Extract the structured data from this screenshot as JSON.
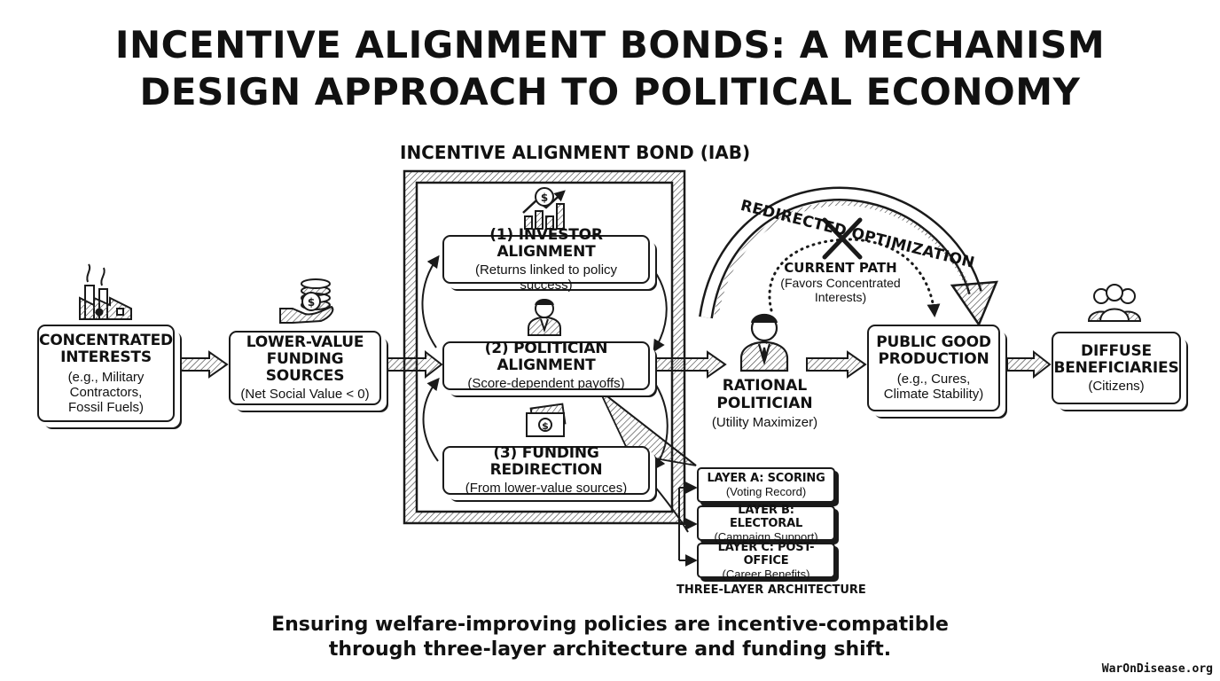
{
  "title": {
    "line1": "INCENTIVE ALIGNMENT BONDS: A MECHANISM",
    "line2": "DESIGN APPROACH TO POLITICAL ECONOMY"
  },
  "iab_label": "INCENTIVE ALIGNMENT BOND (IAB)",
  "nodes": {
    "concentrated": {
      "title_1": "CONCENTRATED",
      "title_2": "INTERESTS",
      "sub_1": "(e.g., Military",
      "sub_2": "Contractors,",
      "sub_3": "Fossil Fuels)"
    },
    "lower_value": {
      "title_1": "LOWER-VALUE",
      "title_2": "FUNDING SOURCES",
      "sub": "(Net Social Value < 0)"
    },
    "investor": {
      "title": "(1) INVESTOR ALIGNMENT",
      "sub": "(Returns linked to policy success)"
    },
    "politician_align": {
      "title": "(2) POLITICIAN ALIGNMENT",
      "sub": "(Score-dependent payoffs)"
    },
    "funding_redirect": {
      "title": "(3) FUNDING REDIRECTION",
      "sub": "(From lower-value sources)"
    },
    "rational": {
      "title_1": "RATIONAL",
      "title_2": "POLITICIAN",
      "sub": "(Utility Maximizer)"
    },
    "public_good": {
      "title_1": "PUBLIC GOOD",
      "title_2": "PRODUCTION",
      "sub_1": "(e.g., Cures,",
      "sub_2": "Climate Stability)"
    },
    "diffuse": {
      "title_1": "DIFFUSE",
      "title_2": "BENEFICIARIES",
      "sub": "(Citizens)"
    },
    "current_path": {
      "title": "CURRENT PATH",
      "sub_1": "(Favors Concentrated",
      "sub_2": "Interests)"
    }
  },
  "redirected_label": "REDIRECTED OPTIMIZATION",
  "layers": [
    {
      "title": "LAYER A: SCORING",
      "sub": "(Voting Record)"
    },
    {
      "title": "LAYER B: ELECTORAL",
      "sub": "(Campaign Support)"
    },
    {
      "title": "LAYER C: POST-OFFICE",
      "sub": "(Career Benefits)"
    }
  ],
  "three_layer_label": "THREE-LAYER ARCHITECTURE",
  "caption": {
    "line1": "Ensuring welfare-improving policies are incentive-compatible",
    "line2": "through three-layer architecture and funding shift."
  },
  "watermark": "WarOnDisease.org",
  "icons": [
    "factory-icon",
    "money-hand-icon",
    "growth-chart-icon",
    "politician-icon",
    "banknote-icon",
    "rational-politician-icon",
    "people-icon",
    "cross-icon"
  ],
  "colors": {
    "ink": "#1a1a1a",
    "background": "#ffffff",
    "hatch": "#555555"
  }
}
